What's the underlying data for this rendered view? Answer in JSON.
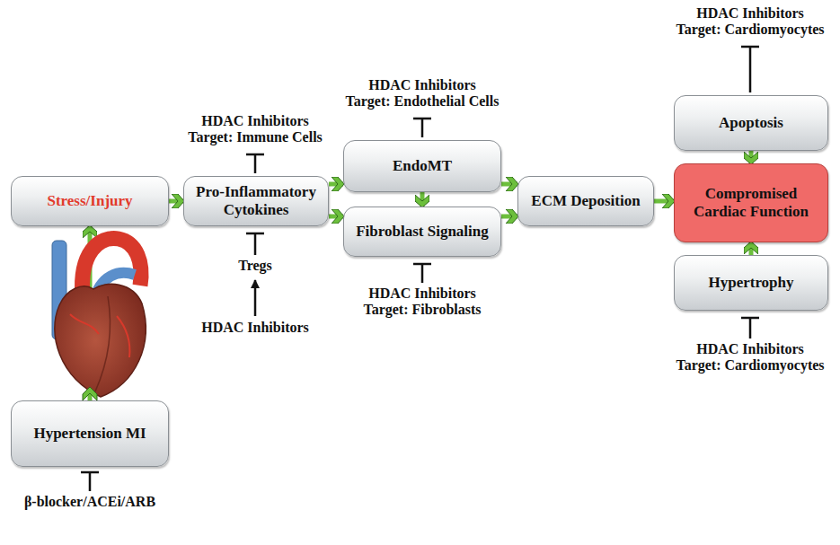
{
  "diagram": {
    "nodes": [
      {
        "text": [
          "Stress/Injury"
        ]
      },
      {
        "text": [
          "Pro-Inflammatory Cytokines"
        ]
      },
      {
        "text": [
          "EndoMT"
        ]
      },
      {
        "text": [
          "Fibroblast Signaling"
        ]
      },
      {
        "text": [
          "ECM Deposition"
        ]
      },
      {
        "text": [
          "Apoptosis"
        ]
      },
      {
        "text": [
          "Compromised Cardiac Function"
        ]
      },
      {
        "text": [
          "Hypertrophy"
        ]
      },
      {
        "text": [
          "Hypertension MI"
        ]
      }
    ],
    "edges": [
      {
        "from": 8,
        "to": 0,
        "arrow": "to"
      },
      {
        "from": 0,
        "to": 1,
        "arrow": "to"
      },
      {
        "from": 1,
        "to": 2,
        "arrow": "to"
      },
      {
        "from": 1,
        "to": 3,
        "arrow": "to"
      },
      {
        "from": 2,
        "to": 3,
        "arrow": "to"
      },
      {
        "from": 2,
        "to": 4,
        "arrow": "to"
      },
      {
        "from": 3,
        "to": 4,
        "arrow": "to"
      },
      {
        "from": 4,
        "to": 6,
        "arrow": "to"
      },
      {
        "from": 5,
        "to": 6,
        "arrow": "to"
      },
      {
        "from": 7,
        "to": 6,
        "arrow": "to"
      }
    ],
    "labels": [
      "HDAC Inhibitors Target: Cardiomyocytes",
      "HDAC Inhibitors Target: Endothelial Cells",
      "HDAC Inhibitors Target: Immune Cells",
      "Tregs",
      "HDAC Inhibitors",
      "HDAC Inhibitors Target: Fibroblasts",
      "HDAC Inhibitors Target: Cardiomyocytes",
      "β-blocker/ACEi/ARB"
    ]
  }
}
